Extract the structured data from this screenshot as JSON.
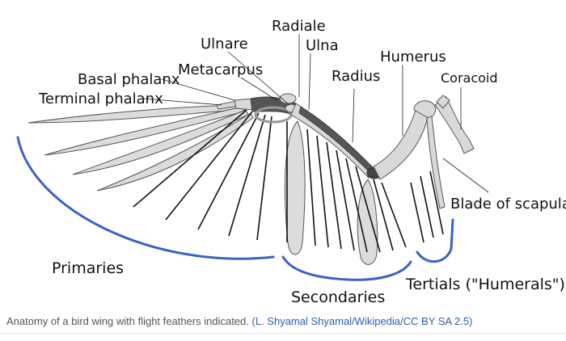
{
  "diagram": {
    "labels": {
      "radiale": "Radiale",
      "ulnare": "Ulnare",
      "ulna": "Ulna",
      "metacarpus": "Metacarpus",
      "humerus": "Humerus",
      "coracoid": "Coracoid",
      "radius": "Radius",
      "basal_phalanx": "Basal phalanx",
      "terminal_phalanx": "Terminal phalanx",
      "blade_of_scapula": "Blade of scapula",
      "primaries": "Primaries",
      "secondaries": "Secondaries",
      "tertials": "Tertials (\"Humerals\")"
    },
    "colors": {
      "bone": "#d9d9d9",
      "bone_outline": "#555555",
      "feather": "#dcdcdc",
      "shaft": "#111111",
      "bracket": "#3a63c6",
      "text": "#111111"
    }
  },
  "caption": {
    "text": "Anatomy of a bird wing with flight feathers indicated.",
    "credit": "(L. Shyamal Shyamal/Wikipedia/CC BY SA 2.5)"
  }
}
